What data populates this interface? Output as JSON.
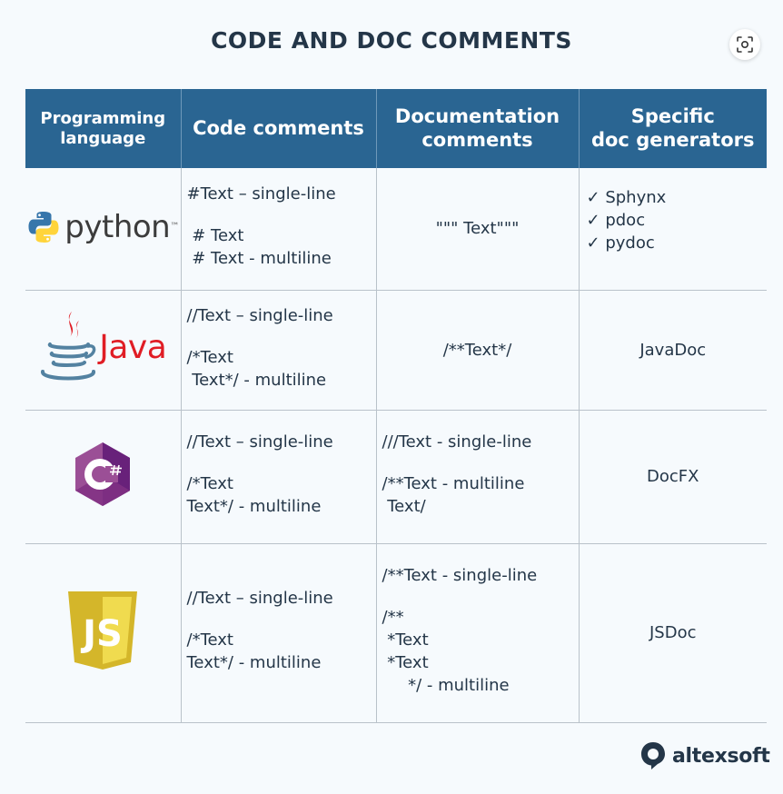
{
  "title": "CODE AND DOC COMMENTS",
  "header": {
    "col1": [
      "Programming",
      "language"
    ],
    "col2": [
      "Code comments"
    ],
    "col3": [
      "Documentation",
      "comments"
    ],
    "col4": [
      "Specific",
      "doc generators"
    ]
  },
  "rows": [
    {
      "language": "python",
      "logo_word": "python",
      "logo_tm": "™",
      "code": [
        "#Text – single-line",
        "",
        " # Text",
        " # Text - multiline"
      ],
      "doc": [
        "\"\"\" Text\"\"\""
      ],
      "generators": [
        "Sphynx",
        "pdoc",
        "pydoc"
      ]
    },
    {
      "language": "java",
      "logo_word": "Java",
      "code": [
        "//Text – single-line",
        "",
        "/*Text",
        " Text*/ - multiline"
      ],
      "doc": [
        "/**Text*/"
      ],
      "generators": [
        "JavaDoc"
      ]
    },
    {
      "language": "csharp",
      "logo_word": "C#",
      "code": [
        "//Text – single-line",
        "",
        "/*Text",
        "Text*/ - multiline"
      ],
      "doc": [
        "///Text - single-line",
        "",
        "/**Text - multiline",
        " Text/"
      ],
      "generators": [
        "DocFX"
      ]
    },
    {
      "language": "javascript",
      "logo_word": "JS",
      "code": [
        "//Text – single-line",
        "",
        "/*Text",
        "Text*/ - multiline"
      ],
      "doc": [
        "/**Text - single-line",
        "",
        "/**",
        " *Text",
        " *Text",
        "     */ - multiline"
      ],
      "generators": [
        "JSDoc"
      ]
    }
  ],
  "check_glyph": "✓",
  "brand": "altexsoft",
  "colors": {
    "header_bg": "#2a6592",
    "text": "#243648",
    "python_blue": "#3776ab",
    "python_yellow": "#ffd43b",
    "java_red": "#e01d25",
    "java_blue": "#5382a1",
    "csharp_purple": "#68217a",
    "js_yellow": "#f0db4f"
  }
}
